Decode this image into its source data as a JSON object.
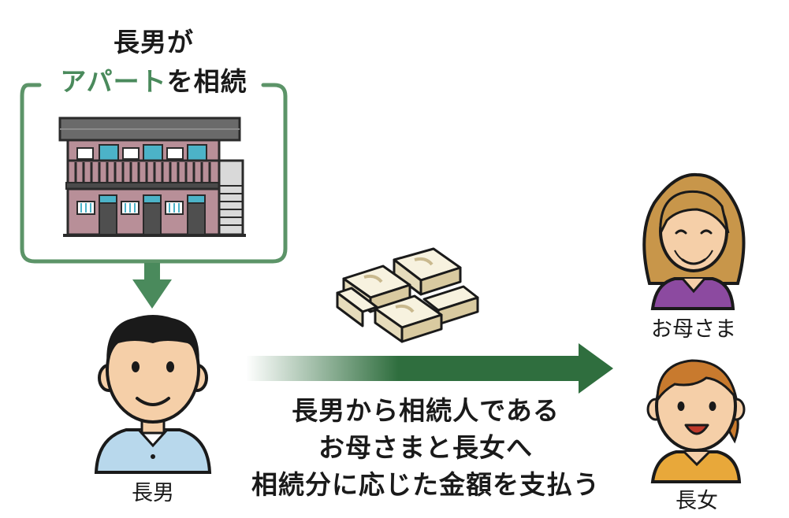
{
  "inheritance": {
    "heir": "長男が",
    "asset_highlight": "アパート",
    "asset_suffix": "を相続"
  },
  "people": {
    "son": "長男",
    "mother": "お母さま",
    "daughter": "長女"
  },
  "message": {
    "line1": "長男から相続人である",
    "line2": "お母さまと長女へ",
    "line3": "相続分に応じた金額を支払う"
  },
  "colors": {
    "accent_green": "#4a8a5c",
    "arrow_green": "#2f6e3e"
  }
}
